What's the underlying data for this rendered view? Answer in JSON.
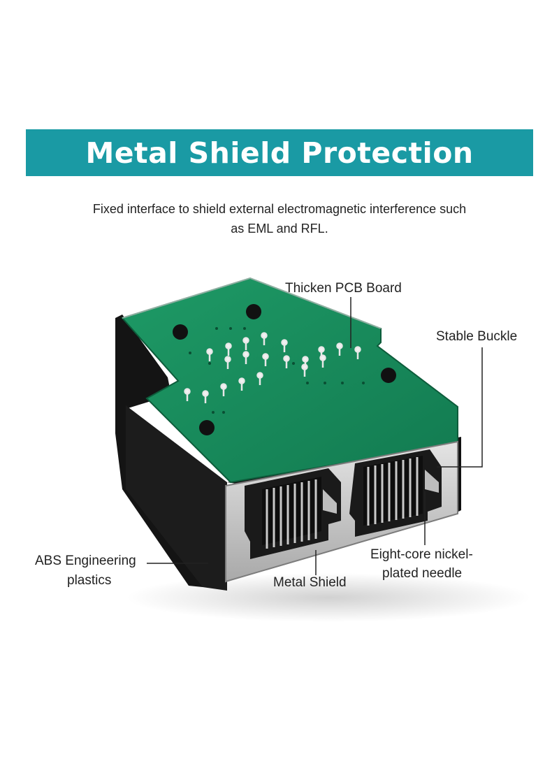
{
  "banner": {
    "title": "Metal Shield Protection",
    "color": "#1a9aa4"
  },
  "description": {
    "line1": "Fixed interface to shield external electromagnetic interference such",
    "line2": "as EML and RFL."
  },
  "callouts": {
    "pcb": "Thicken PCB Board",
    "buckle": "Stable Buckle",
    "abs_line1": "ABS Engineering",
    "abs_line2": "plastics",
    "shield": "Metal Shield",
    "needle_line1": "Eight-core nickel-",
    "needle_line2": "plated needle"
  },
  "product": {
    "pcb_color": "#178a5c",
    "housing_color": "#151515",
    "shield_color": "#c9c9c9",
    "port_count": 2,
    "pins_per_port": 8
  }
}
